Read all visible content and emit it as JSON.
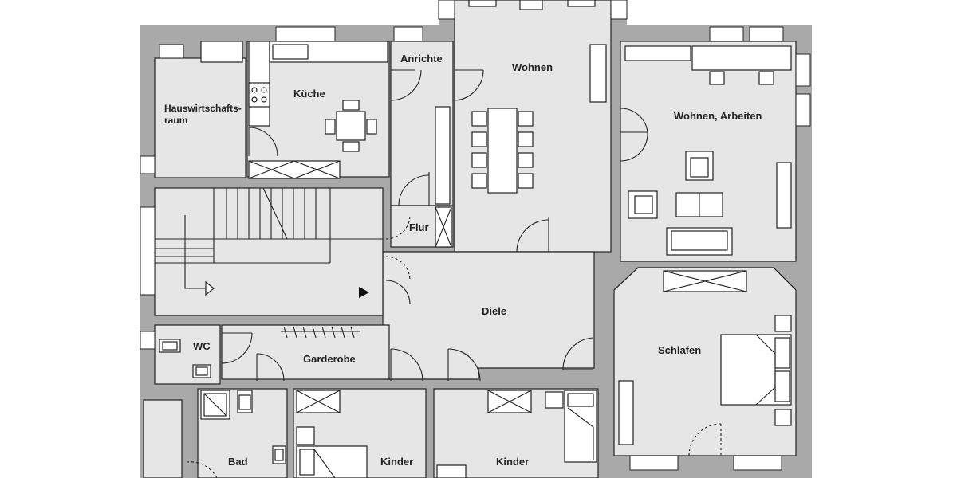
{
  "rooms": {
    "hauswirtschaft_line1": "Hauswirtschafts-",
    "hauswirtschaft_line2": "raum",
    "kueche": "Küche",
    "anrichte": "Anrichte",
    "wohnen": "Wohnen",
    "wohnen_arbeiten": "Wohnen, Arbeiten",
    "flur": "Flur",
    "diele": "Diele",
    "schlafen": "Schlafen",
    "wc": "WC",
    "garderobe": "Garderobe",
    "bad": "Bad",
    "kinder_1": "Kinder",
    "kinder_2": "Kinder"
  },
  "colors": {
    "wall": "#a9a9a9",
    "floor": "#e6e6e6",
    "line": "#222222"
  }
}
